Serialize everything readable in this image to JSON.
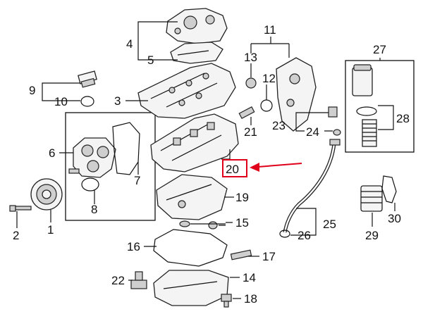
{
  "diagram": {
    "callouts": {
      "c1": "1",
      "c2": "2",
      "c3": "3",
      "c4": "4",
      "c5": "5",
      "c6": "6",
      "c7": "7",
      "c8": "8",
      "c9": "9",
      "c10": "10",
      "c11": "11",
      "c12": "12",
      "c13": "13",
      "c14": "14",
      "c15": "15",
      "c16": "16",
      "c17": "17",
      "c18": "18",
      "c19": "19",
      "c20": "20",
      "c21": "21",
      "c22": "22",
      "c23": "23",
      "c24": "24",
      "c25": "25",
      "c26": "26",
      "c27": "27",
      "c28": "28",
      "c29": "29",
      "c30": "30"
    },
    "highlight_color": "#e0001b",
    "line_color": "#111111"
  }
}
